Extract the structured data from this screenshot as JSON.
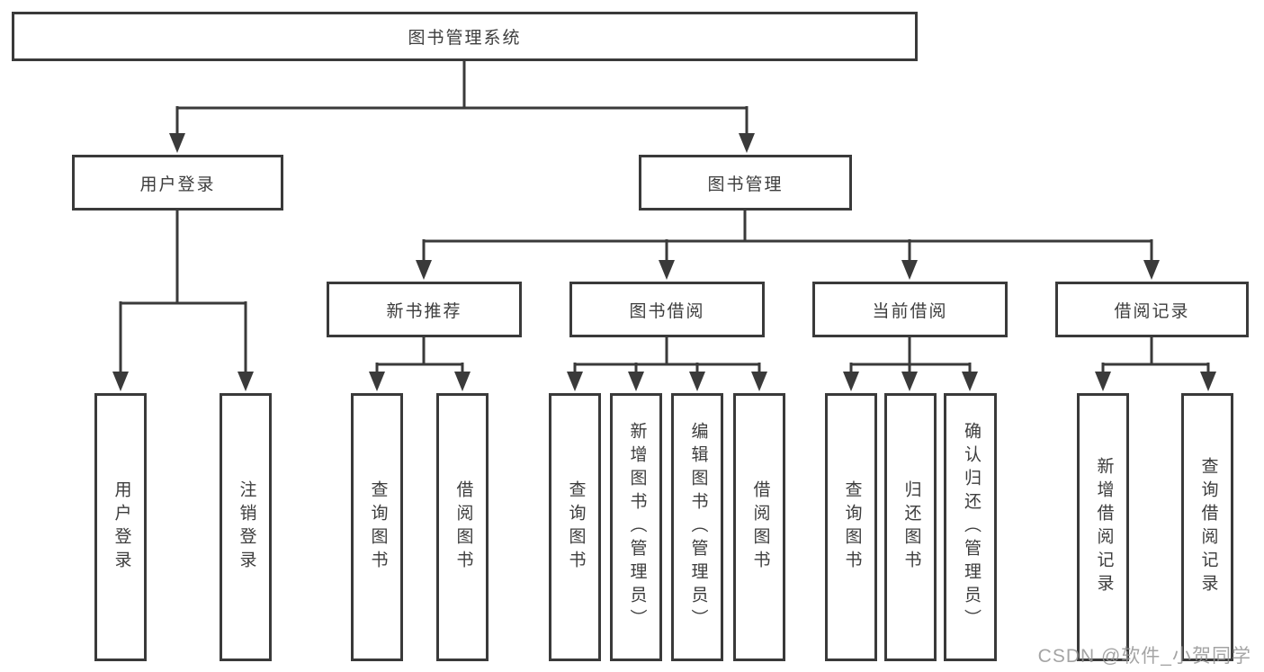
{
  "tree": {
    "label": "图书管理系统",
    "children": [
      {
        "label": "用户登录",
        "children": [
          {
            "label": "用户登录"
          },
          {
            "label": "注销登录"
          }
        ]
      },
      {
        "label": "图书管理",
        "children": [
          {
            "label": "新书推荐",
            "children": [
              {
                "label": "查询图书"
              },
              {
                "label": "借阅图书"
              }
            ]
          },
          {
            "label": "图书借阅",
            "children": [
              {
                "label": "查询图书"
              },
              {
                "label": "新增图书（管理员）"
              },
              {
                "label": "编辑图书（管理员）"
              },
              {
                "label": "借阅图书"
              }
            ]
          },
          {
            "label": "当前借阅",
            "children": [
              {
                "label": "查询图书"
              },
              {
                "label": "归还图书"
              },
              {
                "label": "确认归还（管理员）"
              }
            ]
          },
          {
            "label": "借阅记录",
            "children": [
              {
                "label": "新增借阅记录"
              },
              {
                "label": "查询借阅记录"
              }
            ]
          }
        ]
      }
    ]
  },
  "watermark": "CSDN @软件_小贺同学",
  "colors": {
    "line": "#3a3a3a",
    "text": "#3d3d3d",
    "background": "#ffffff",
    "watermark": "#949494"
  }
}
